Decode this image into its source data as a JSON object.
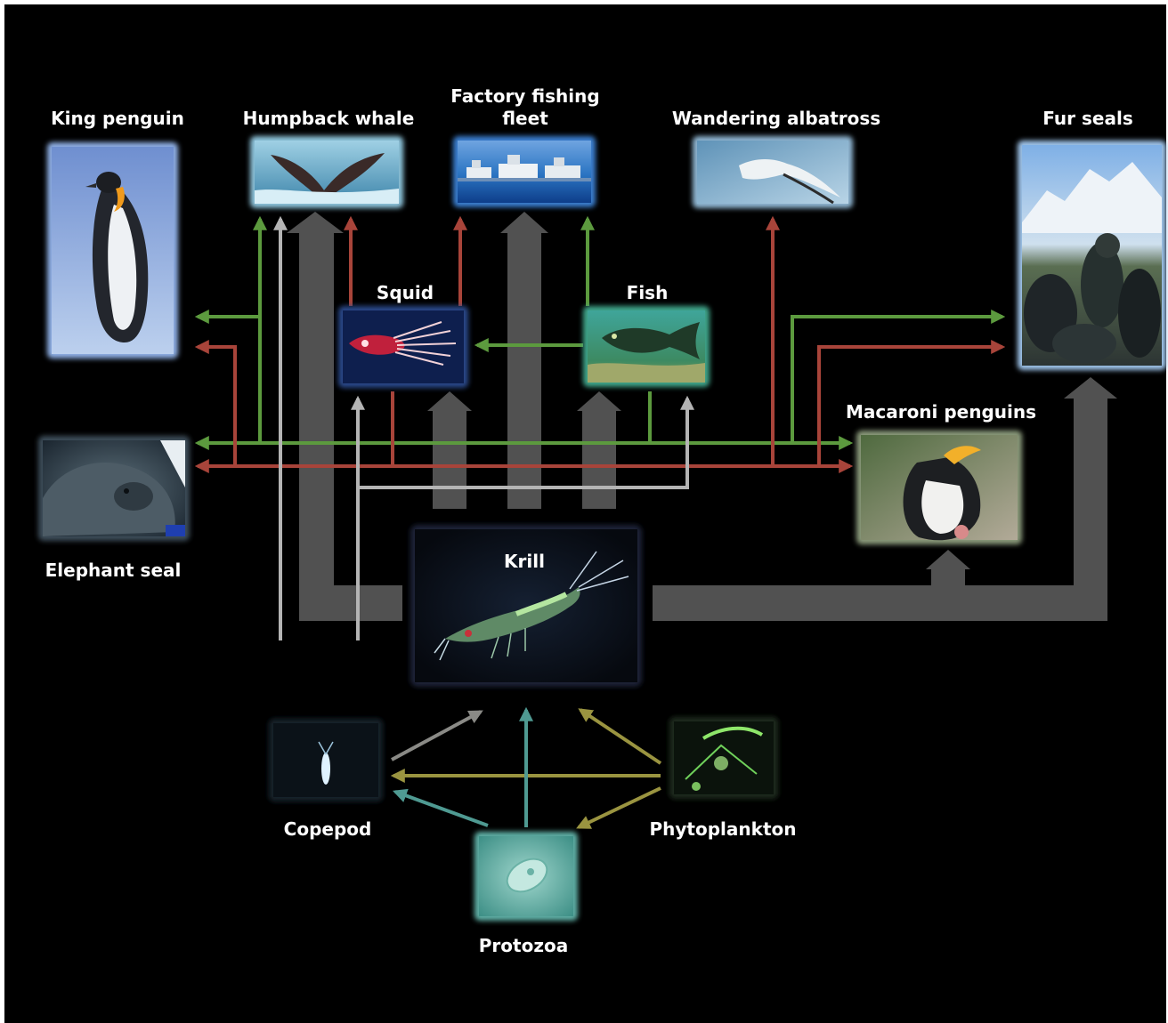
{
  "title": "",
  "colors": {
    "background": "#000000",
    "krill_flow": "#585858",
    "green_arrow": "#5c9a3e",
    "red_arrow": "#a8443a",
    "light_arrow": "#b4b4b4",
    "olive_arrow": "#9a9440",
    "teal_arrow": "#4f9a92"
  },
  "organisms": {
    "king_penguin": {
      "label": "King penguin",
      "icon": "king-penguin-photo"
    },
    "humpback_whale": {
      "label": "Humpback whale",
      "icon": "whale-tail-photo"
    },
    "factory_fleet": {
      "label_line1": "Factory fishing",
      "label_line2": "fleet",
      "icon": "ship-photo"
    },
    "wandering_albatross": {
      "label": "Wandering albatross",
      "icon": "albatross-photo"
    },
    "fur_seals": {
      "label": "Fur seals",
      "icon": "fur-seal-photo"
    },
    "squid": {
      "label": "Squid",
      "icon": "squid-photo"
    },
    "fish": {
      "label": "Fish",
      "icon": "fish-photo"
    },
    "macaroni_penguins": {
      "label": "Macaroni penguins",
      "icon": "macaroni-penguin-photo"
    },
    "elephant_seal": {
      "label": "Elephant seal",
      "icon": "elephant-seal-photo"
    },
    "krill": {
      "label": "Krill",
      "icon": "krill-photo"
    },
    "copepod": {
      "label": "Copepod",
      "icon": "copepod-photo"
    },
    "phytoplankton": {
      "label": "Phytoplankton",
      "icon": "phytoplankton-photo"
    },
    "protozoa": {
      "label": "Protozoa",
      "icon": "protozoa-photo"
    }
  }
}
